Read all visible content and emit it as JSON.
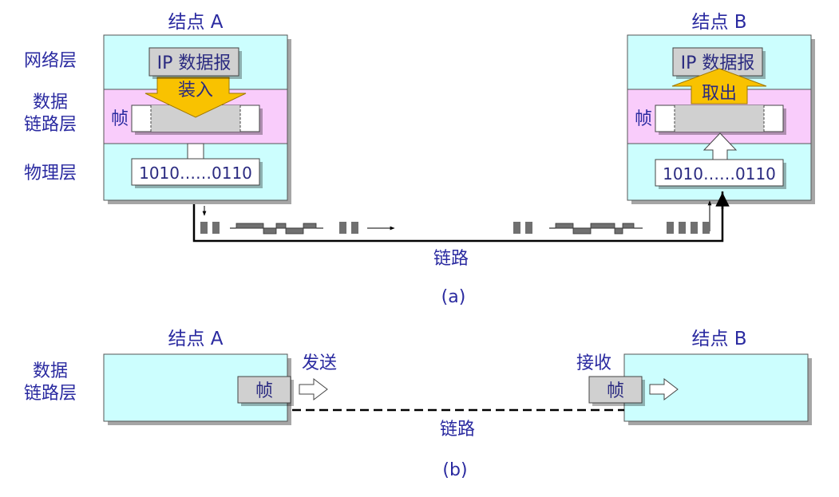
{
  "colors": {
    "text": "#2a2aa0",
    "node_fill": "#ccfefe",
    "datalink_fill": "#f9ccfb",
    "frame_gray": "#d0d0d0",
    "arrow_fill": "#f9c200",
    "signal": "#707070"
  },
  "part_a": {
    "node_a_label": "结点 A",
    "node_b_label": "结点 B",
    "layer_network": "网络层",
    "layer_datalink_1": "数据",
    "layer_datalink_2": "链路层",
    "layer_physical": "物理层",
    "ip_datagram_a": "IP 数据报",
    "ip_datagram_b": "IP 数据报",
    "encapsulate": "装入",
    "extract": "取出",
    "frame_a": "帧",
    "frame_b": "帧",
    "bits_a": "1010……0110",
    "bits_b": "1010……0110",
    "link_label": "链路",
    "caption": "(a)"
  },
  "part_b": {
    "node_a_label": "结点 A",
    "node_b_label": "结点 B",
    "layer_datalink_1": "数据",
    "layer_datalink_2": "链路层",
    "send": "发送",
    "receive": "接收",
    "frame_a": "帧",
    "frame_b": "帧",
    "link_label": "链路",
    "caption": "(b)"
  }
}
